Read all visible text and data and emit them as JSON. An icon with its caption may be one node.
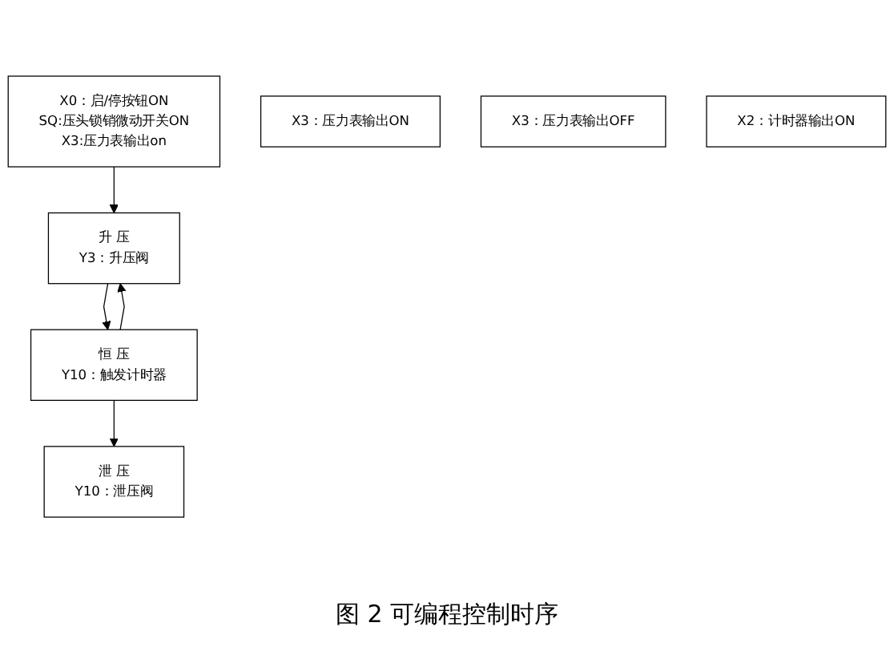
{
  "diagram": {
    "caption": "图 2 可编程控制时序",
    "nodes": [
      {
        "text": [
          "X0：启/停按钮ON",
          "SQ:压头锁销微动开关ON",
          "X3:压力表输出on"
        ]
      },
      {
        "text": [
          "升 压",
          "Y3：升压阀"
        ]
      },
      {
        "text": [
          "X3：压力表输出ON"
        ]
      },
      {
        "text": [
          "X3：压力表输出OFF"
        ]
      },
      {
        "text": [
          "恒 压",
          "Y10：触发计时器"
        ]
      },
      {
        "text": [
          "X2：计时器输出ON"
        ]
      },
      {
        "text": [
          "泄 压",
          "Y10：泄压阀"
        ]
      }
    ],
    "edges": [
      {
        "from": 0,
        "to": 1,
        "arrow": "to"
      },
      {
        "from": 1,
        "to": 4,
        "arrow": "to"
      },
      {
        "from": 4,
        "to": 1,
        "arrow": "to"
      },
      {
        "from": 4,
        "to": 6,
        "arrow": "to"
      }
    ]
  }
}
